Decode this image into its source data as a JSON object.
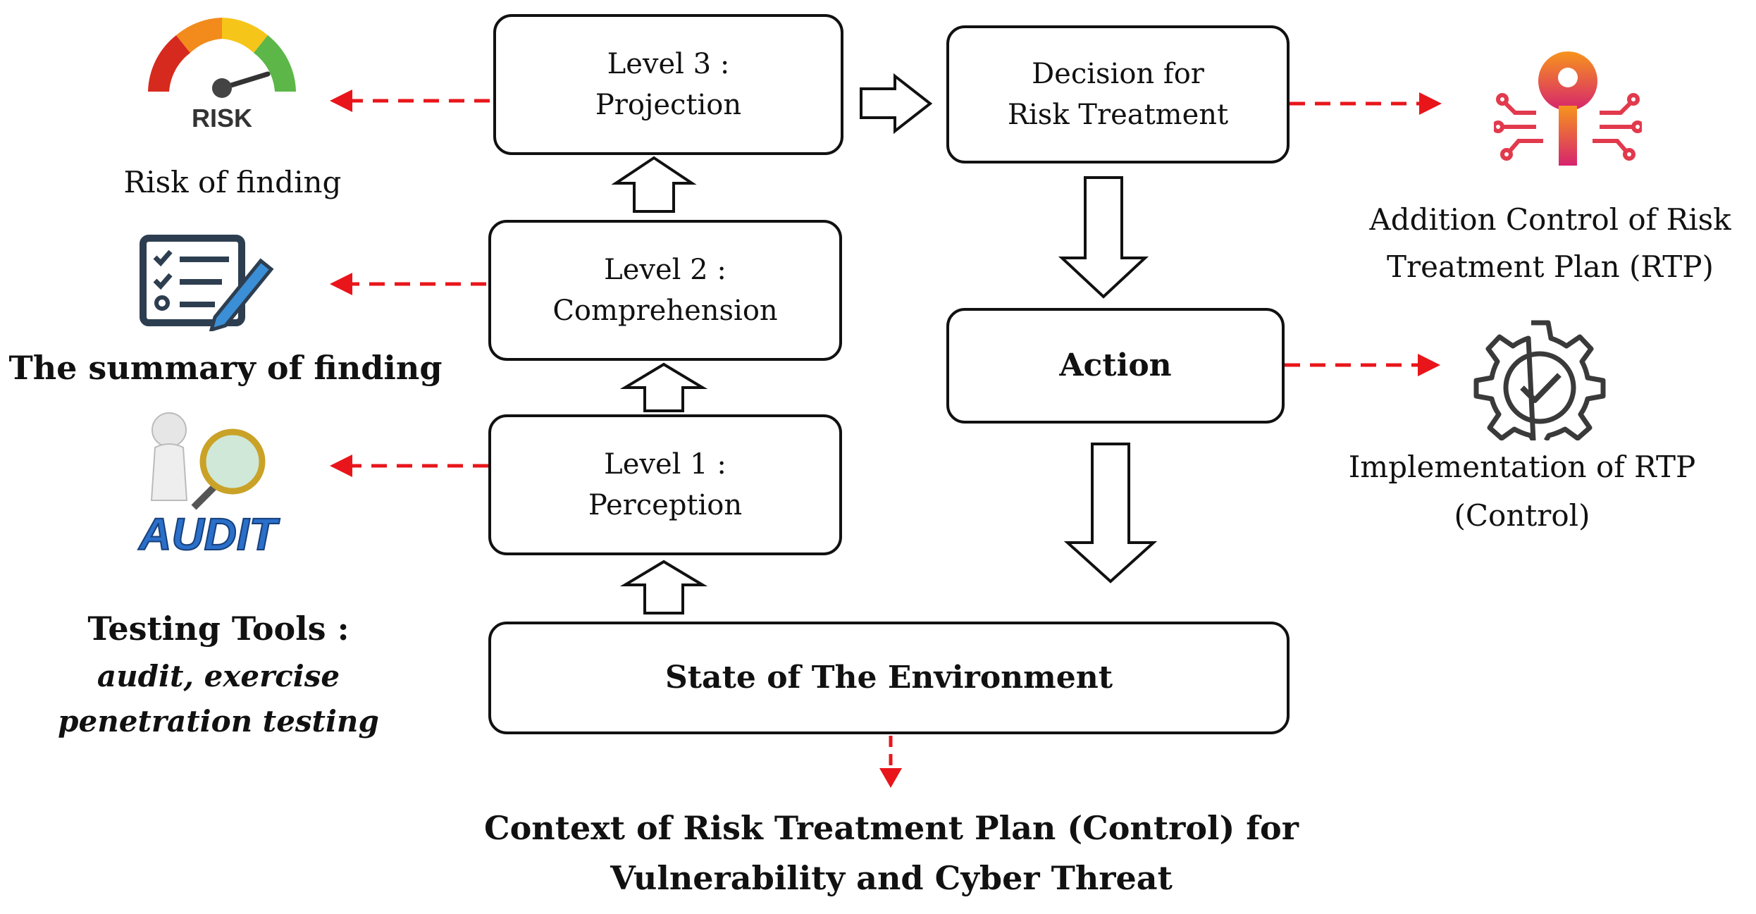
{
  "boxes": {
    "level3": {
      "line1": "Level 3 :",
      "line2": "Projection"
    },
    "level2": {
      "line1": "Level 2 :",
      "line2": "Comprehension"
    },
    "level1": {
      "line1": "Level 1 :",
      "line2": "Perception"
    },
    "decision": {
      "line1": "Decision for",
      "line2": "Risk Treatment"
    },
    "action": {
      "label": "Action"
    },
    "environment": {
      "label": "State of The Environment"
    }
  },
  "captions": {
    "risk_of_finding": "Risk of finding",
    "summary_of_finding": "The summary of finding",
    "testing_tools": {
      "line1": "Testing Tools :",
      "line2": "audit, exercise",
      "line3": "penetration testing"
    },
    "addition_control": {
      "line1": "Addition Control of Risk",
      "line2": "Treatment Plan (RTP)"
    },
    "implementation": {
      "line1": "Implementation of RTP",
      "line2": "(Control)"
    },
    "context": {
      "line1": "Context of Risk Treatment Plan (Control) for",
      "line2": "Vulnerability and Cyber Threat"
    }
  },
  "icons": {
    "gauge_label": "RISK",
    "audit_label": "AUDIT",
    "names": [
      "risk-gauge-icon",
      "checklist-icon",
      "audit-magnifier-icon",
      "key-circuit-icon",
      "gear-check-icon"
    ]
  },
  "colors": {
    "dashed_arrow": "#e8161b",
    "box_border": "#111111",
    "key_gradient_top": "#f7941d",
    "key_gradient_bottom": "#d6246e"
  }
}
